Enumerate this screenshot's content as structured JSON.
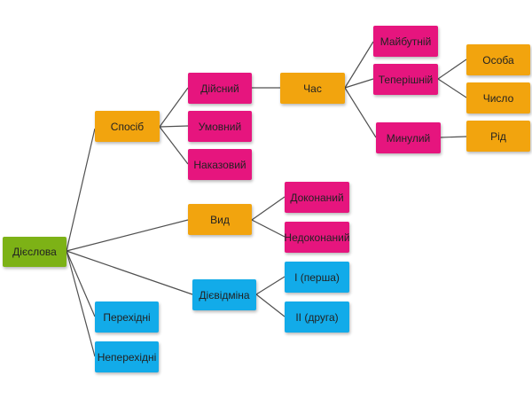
{
  "colors": {
    "root": "#7db216",
    "orange": "#f2a40e",
    "pink": "#e6157e",
    "blue": "#12abe9",
    "connector": "#505050"
  },
  "nodes": {
    "root": "Дієслова",
    "sposib": "Спосіб",
    "diysnyi": "Дійсний",
    "umovnyi": "Умовний",
    "nakazovyi": "Наказовий",
    "chas": "Час",
    "maibutnii": "Майбутній",
    "teperishnii": "Теперішній",
    "mynulyi": "Минулий",
    "osoba": "Особа",
    "chyslo": "Число",
    "rid": "Рід",
    "vyd": "Вид",
    "dokonanyi": "Доконаний",
    "nedokonanyi": "Недоконаний",
    "diievidmina": "Дієвідміна",
    "persha": "І (перша)",
    "druha": "ІІ (друга)",
    "perekhidni": "Перехідні",
    "neperekhidni": "Неперехідні"
  }
}
